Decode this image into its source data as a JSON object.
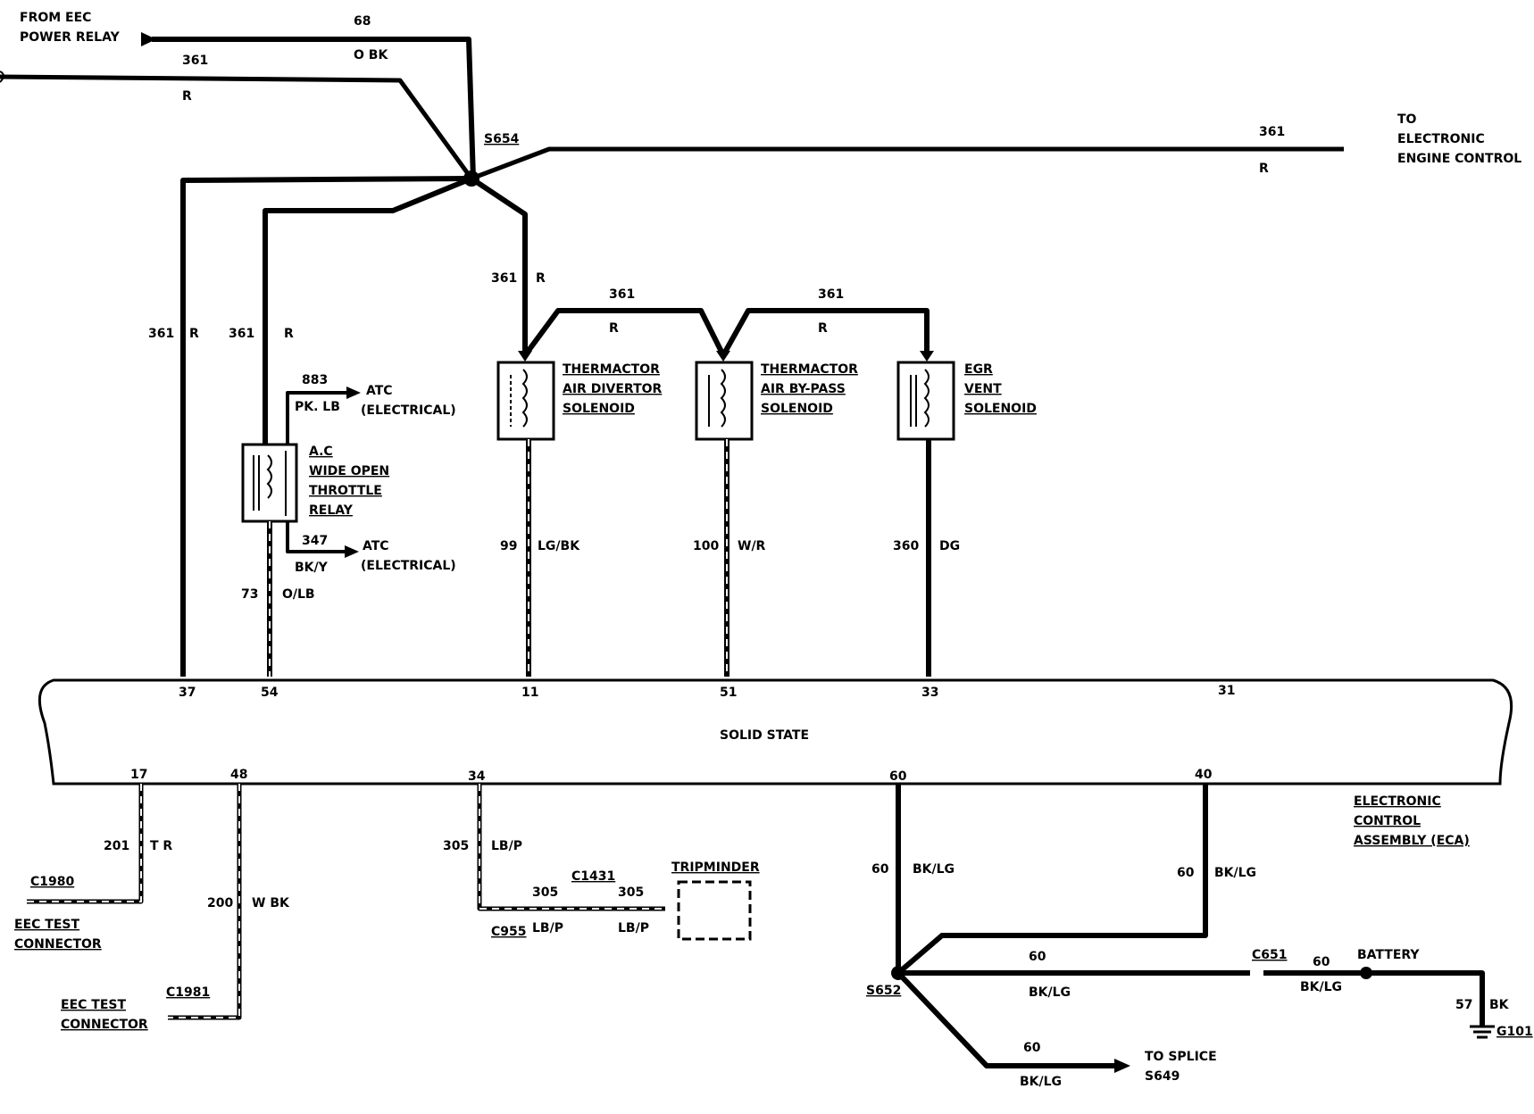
{
  "labels": {
    "from_eec_1": "FROM EEC",
    "from_eec_2": "POWER RELAY",
    "to_eec_1": "TO",
    "to_eec_2": "ELECTRONIC",
    "to_eec_3": "ENGINE CONTROL",
    "w68": "68",
    "w68_color": "O BK",
    "w361_top": "361",
    "w361_top_color": "R",
    "s654": "S654",
    "w361_right": "361",
    "w361_right_color": "R",
    "w361_a": "361",
    "w361_a_color": "R",
    "w361_b": "361",
    "w361_b_color": "R",
    "w361_c": "361",
    "w361_c_color": "R",
    "w361_d": "361",
    "w361_d_color": "R",
    "w361_e": "361",
    "w361_e_color": "R",
    "w883": "883",
    "w883_color": "PK. LB",
    "atc1_a": "ATC",
    "atc1_b": "(ELECTRICAL)",
    "relay_1": "A.C",
    "relay_2": "WIDE OPEN",
    "relay_3": "THROTTLE",
    "relay_4": "RELAY",
    "w347": "347",
    "w347_color": "BK/Y",
    "atc2_a": "ATC",
    "atc2_b": "(ELECTRICAL)",
    "w73": "73",
    "w73_color": "O/LB",
    "thd_1": "THERMACTOR",
    "thd_2": "AIR DIVERTOR",
    "thd_3": "SOLENOID",
    "thb_1": "THERMACTOR",
    "thb_2": "AIR BY-PASS",
    "thb_3": "SOLENOID",
    "egr_1": "EGR",
    "egr_2": "VENT",
    "egr_3": "SOLENOID",
    "w99": "99",
    "w99_color": "LG/BK",
    "w100": "100",
    "w100_color": "W/R",
    "w360": "360",
    "w360_color": "DG",
    "pin37": "37",
    "pin54": "54",
    "pin11": "11",
    "pin51": "51",
    "pin33": "33",
    "pin31": "31",
    "solid_state": "SOLID STATE",
    "pin17": "17",
    "pin48": "48",
    "pin34": "34",
    "pin60": "60",
    "pin40": "40",
    "eca_1": "ELECTRONIC",
    "eca_2": "CONTROL",
    "eca_3": "ASSEMBLY (ECA)",
    "w201": "201",
    "w201_color": "T R",
    "c1980": "C1980",
    "eec_test_1a": "EEC TEST",
    "eec_test_1b": "CONNECTOR",
    "w200": "200",
    "w200_color": "W BK",
    "c1981": "C1981",
    "eec_test_2a": "EEC TEST",
    "eec_test_2b": "CONNECTOR",
    "w305_a": "305",
    "w305_a_color": "LB/P",
    "c955": "C955",
    "w305_b": "305",
    "w305_b_color": "LB/P",
    "c1431": "C1431",
    "w305_c": "305",
    "w305_c_color": "LB/P",
    "tripminder": "TRIPMINDER",
    "w60_a": "60",
    "w60_a_color": "BK/LG",
    "w60_b": "60",
    "w60_b_color": "BK/LG",
    "w60_c": "60",
    "w60_c_color": "BK/LG",
    "s652": "S652",
    "c651": "C651",
    "w60_d": "60",
    "w60_d_color": "BK/LG",
    "battery": "BATTERY",
    "w57": "57",
    "w57_color": "BK",
    "g101": "G101",
    "w60_e": "60",
    "w60_e_color": "BK/LG",
    "to_splice_1": "TO SPLICE",
    "to_splice_2": "S649"
  }
}
